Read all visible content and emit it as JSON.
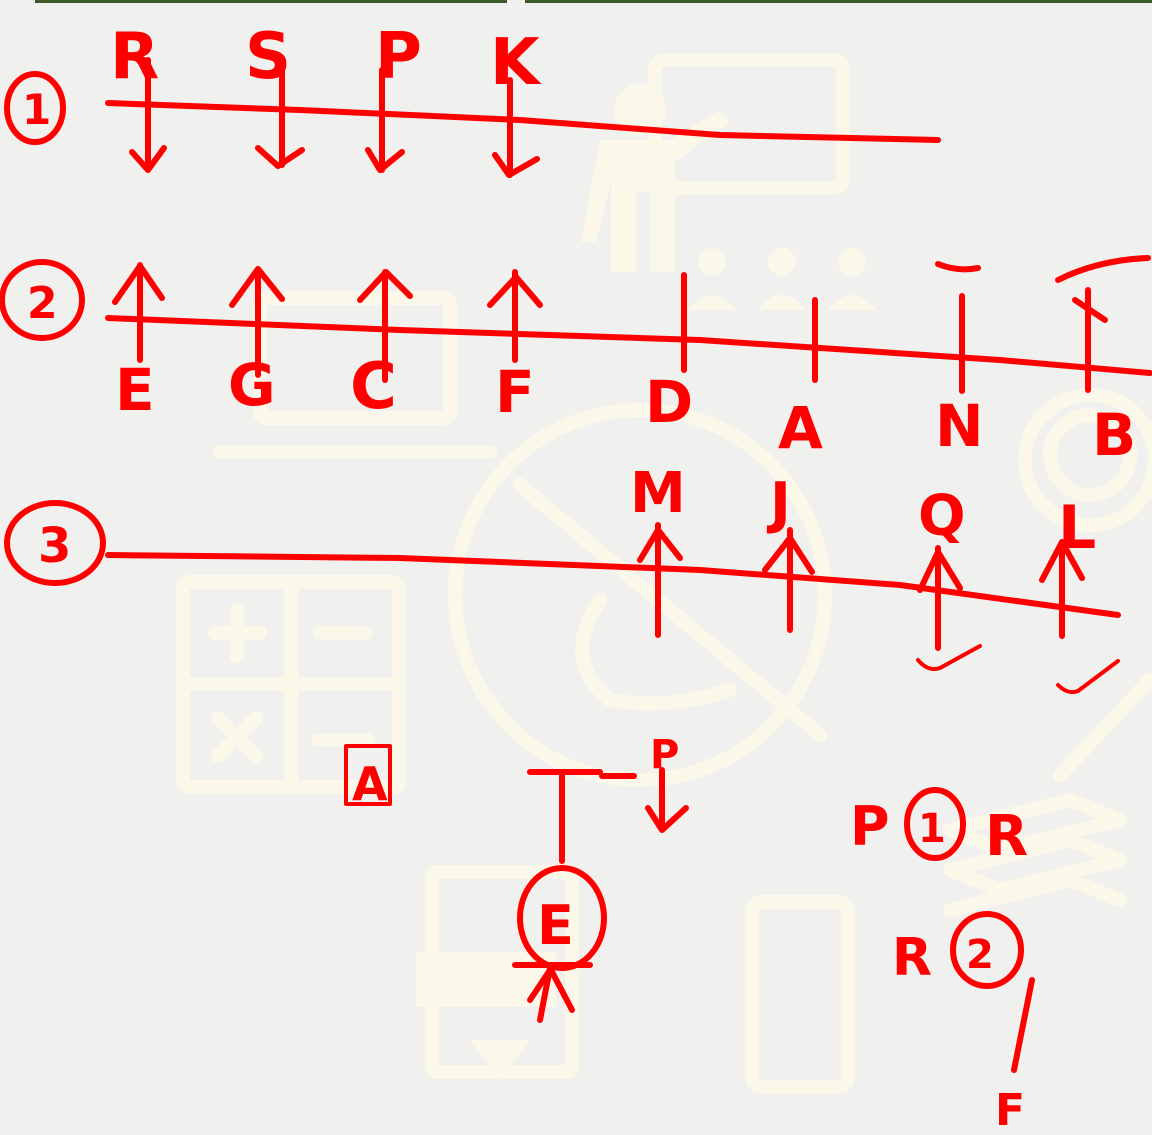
{
  "colors": {
    "ink": "#ff0000",
    "background": "#f0f0ee",
    "watermark": "#fbf8ea",
    "top_bar": "#3d5a2b"
  },
  "row1": {
    "number": "1",
    "letters": [
      "R",
      "S",
      "P",
      "K"
    ],
    "arrow_direction": "down"
  },
  "row2": {
    "number": "2",
    "up_letters": [
      "E",
      "G",
      "C",
      "F"
    ],
    "down_letters": [
      "D",
      "A",
      "N",
      "B"
    ]
  },
  "row3": {
    "number": "3",
    "up_letters": [
      "M",
      "J",
      "Q",
      "L"
    ]
  },
  "bottom": {
    "small_letter": "A",
    "p_label": "P",
    "circled": "E",
    "pair_top_left": "P",
    "pair_top_num": "1",
    "pair_top_right": "R",
    "pair_bottom_left": "R",
    "pair_bottom_num": "2",
    "pair_bottom_f": "F"
  },
  "watermark_icons": [
    "teacher-icon",
    "audience-icon",
    "laptop-icon",
    "calculator-icon",
    "pdf-file-icon",
    "smartphone-icon",
    "books-icon",
    "magnifier-icon",
    "pencil-icon",
    "clock-icon"
  ]
}
